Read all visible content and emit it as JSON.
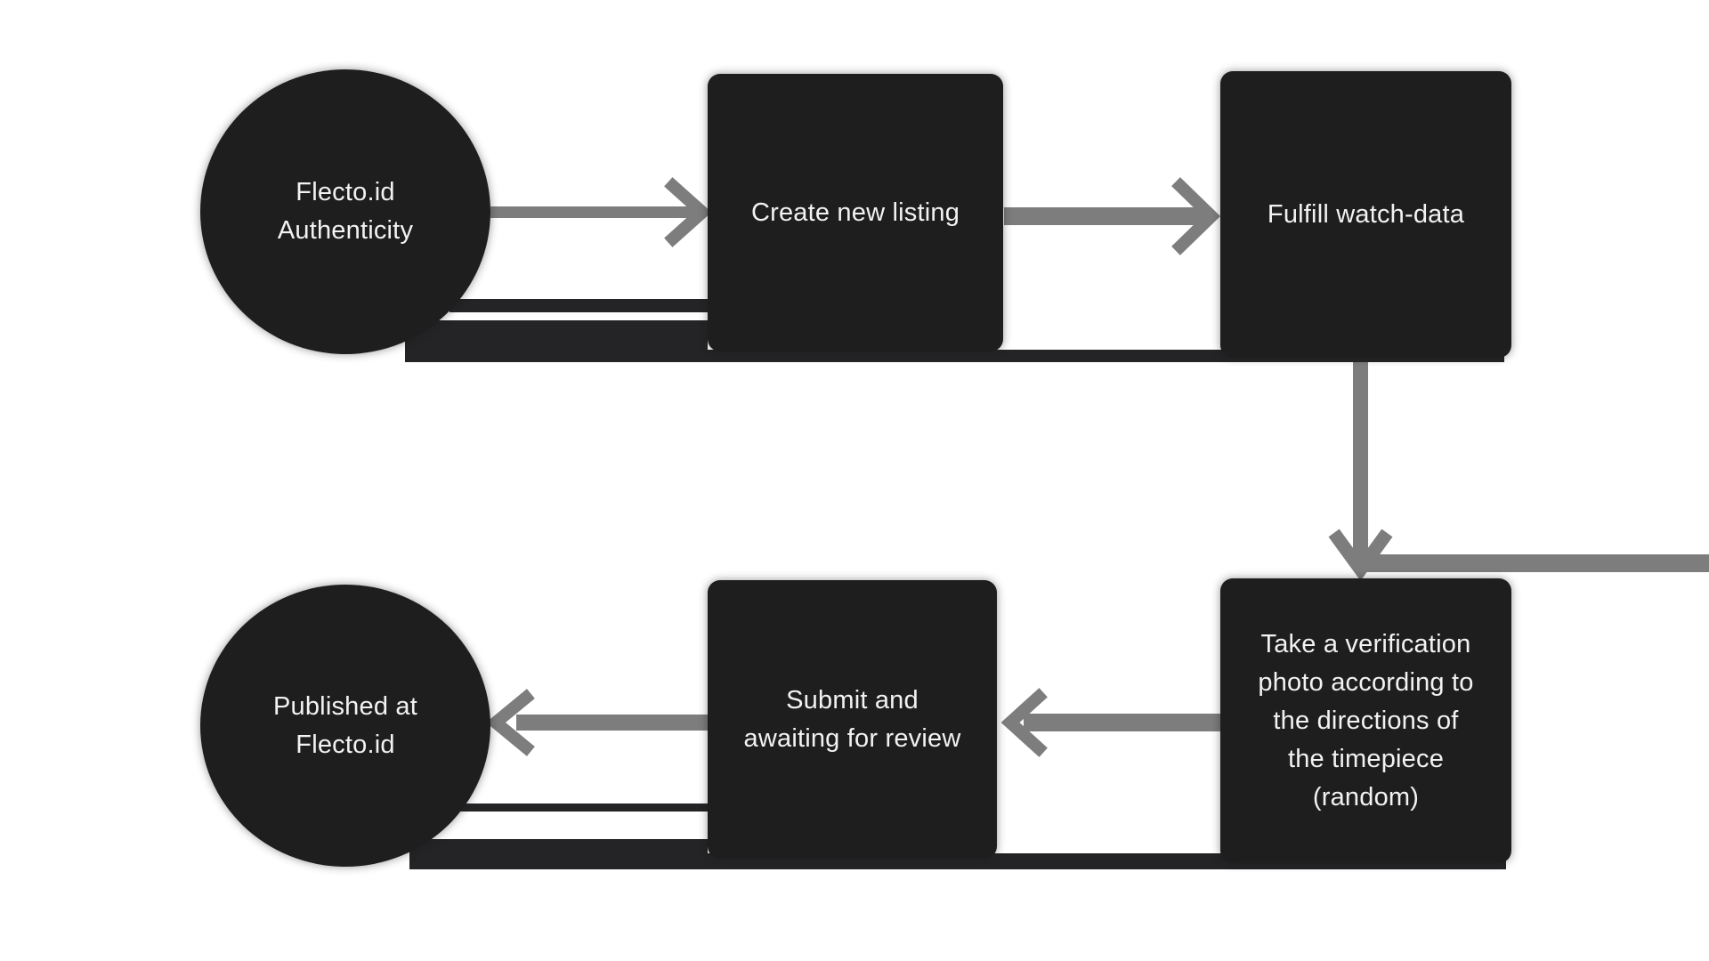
{
  "diagram": {
    "colors": {
      "background": "#ffffff",
      "node_fill": "#1e1e1f",
      "band_fill": "#242426",
      "arrow": "#7d7d7d",
      "text": "#f2f2f2"
    },
    "nodes": [
      {
        "key": "flecto-authenticity",
        "shape": "circle",
        "label": "Flecto.id\nAuthenticity"
      },
      {
        "key": "create-new-listing",
        "shape": "rect",
        "label": "Create new listing"
      },
      {
        "key": "fulfill-watch-data",
        "shape": "rect",
        "label": "Fulfill watch-data"
      },
      {
        "key": "take-verification-photo",
        "shape": "rect",
        "label": "Take a verification\nphoto according to\nthe directions of\nthe timepiece\n(random)"
      },
      {
        "key": "submit-awaiting-review",
        "shape": "rect",
        "label": "Submit and\nawaiting for review"
      },
      {
        "key": "published-at-flecto",
        "shape": "circle",
        "label": "Published at\nFlecto.id"
      }
    ],
    "edges": [
      {
        "from": "flecto-authenticity",
        "to": "create-new-listing",
        "direction": "right"
      },
      {
        "from": "create-new-listing",
        "to": "fulfill-watch-data",
        "direction": "right"
      },
      {
        "from": "fulfill-watch-data",
        "to": "take-verification-photo",
        "direction": "down"
      },
      {
        "from": "fulfill-watch-data",
        "to": "offscreen-right",
        "direction": "right"
      },
      {
        "from": "take-verification-photo",
        "to": "submit-awaiting-review",
        "direction": "left"
      },
      {
        "from": "submit-awaiting-review",
        "to": "published-at-flecto",
        "direction": "left"
      }
    ]
  }
}
